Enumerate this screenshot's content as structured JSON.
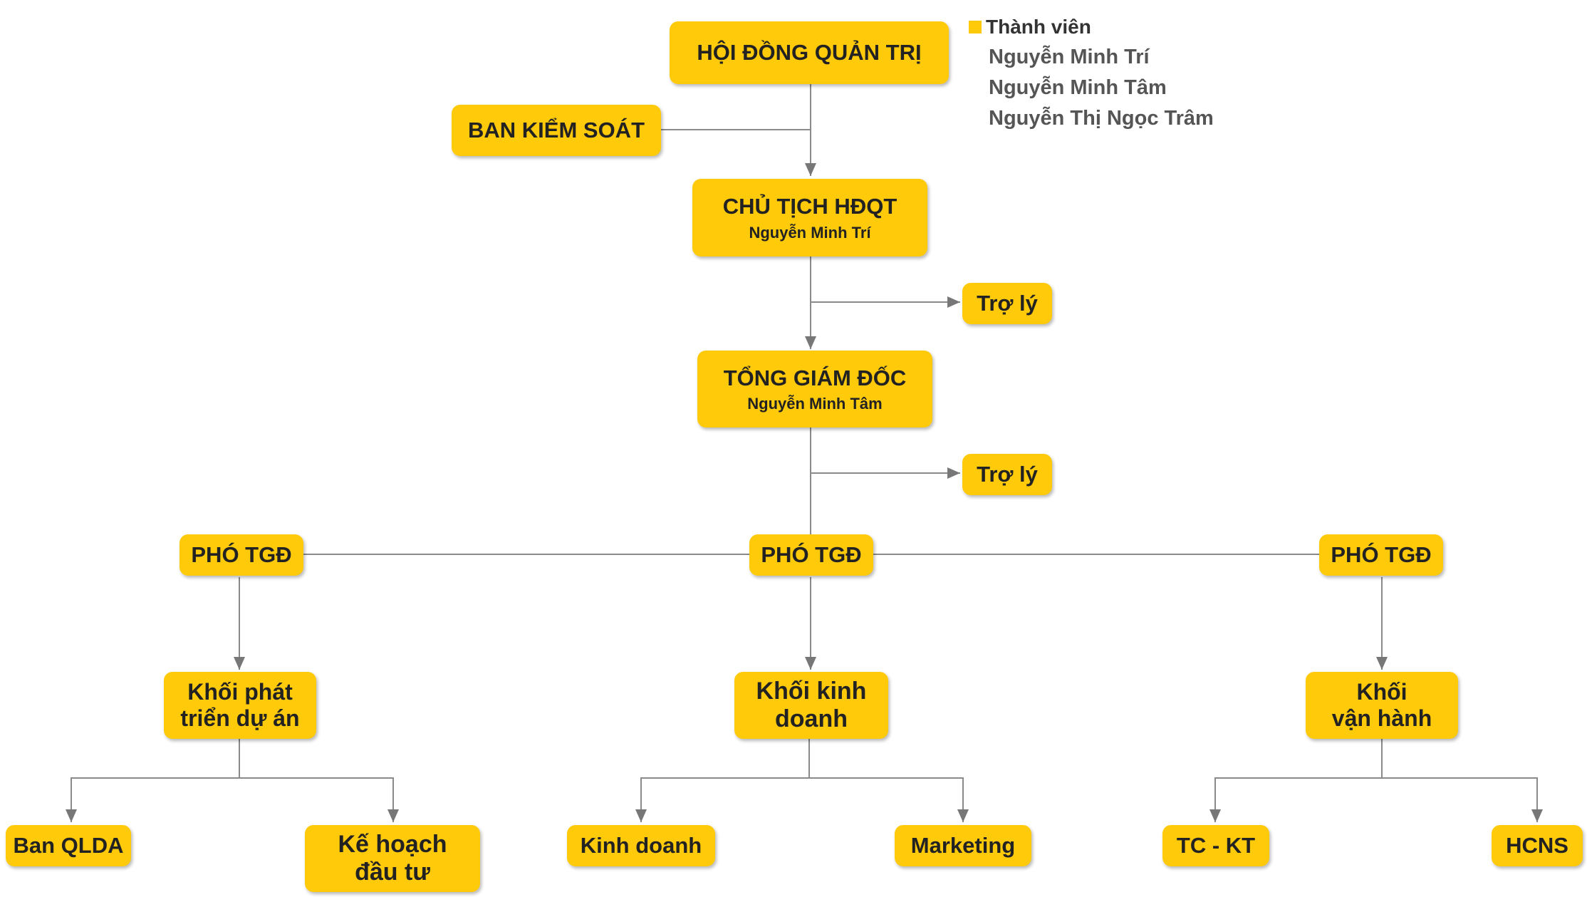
{
  "board": {
    "title": "HỘI ĐỒNG QUẢN TRỊ"
  },
  "legend": {
    "heading": "Thành viên",
    "members": [
      "Nguyễn Minh Trí",
      "Nguyễn Minh Tâm",
      "Nguyễn Thị Ngọc Trâm"
    ]
  },
  "supervisory": {
    "title": "BAN KIỂM SOÁT"
  },
  "chairman": {
    "title": "CHỦ TỊCH HĐQT",
    "name": "Nguyễn Minh Trí"
  },
  "assistant_1": {
    "title": "Trợ lý"
  },
  "ceo": {
    "title": "TỔNG GIÁM ĐỐC",
    "name": "Nguyễn Minh Tâm"
  },
  "assistant_2": {
    "title": "Trợ lý"
  },
  "deputies": [
    {
      "title": "PHÓ TGĐ"
    },
    {
      "title": "PHÓ TGĐ"
    },
    {
      "title": "PHÓ TGĐ"
    }
  ],
  "divisions": [
    {
      "line1": "Khối phát",
      "line2": "triển dự án"
    },
    {
      "line1": "Khối kinh",
      "line2": "doanh"
    },
    {
      "line1": "Khối",
      "line2": "vận hành"
    }
  ],
  "departments": [
    {
      "line1": "Ban QLDA"
    },
    {
      "line1": "Kế hoạch",
      "line2": "đầu tư"
    },
    {
      "line1": "Kinh doanh"
    },
    {
      "line1": "Marketing"
    },
    {
      "line1": "TC - KT"
    },
    {
      "line1": "HCNS"
    }
  ],
  "colors": {
    "box": "#FFCA0A",
    "line": "#8a8a8a",
    "text": "#222222"
  }
}
